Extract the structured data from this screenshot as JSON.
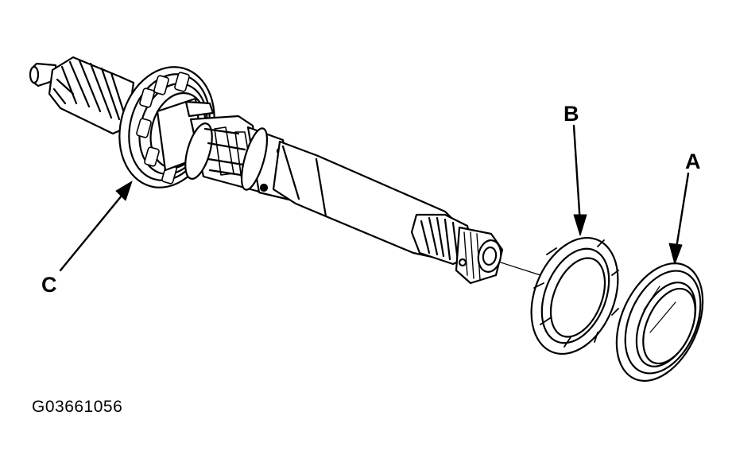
{
  "callouts": {
    "a": "A",
    "b": "B",
    "c": "C"
  },
  "figure_id": "G03661056",
  "colors": {
    "ink": "#000000",
    "paper": "#ffffff"
  }
}
